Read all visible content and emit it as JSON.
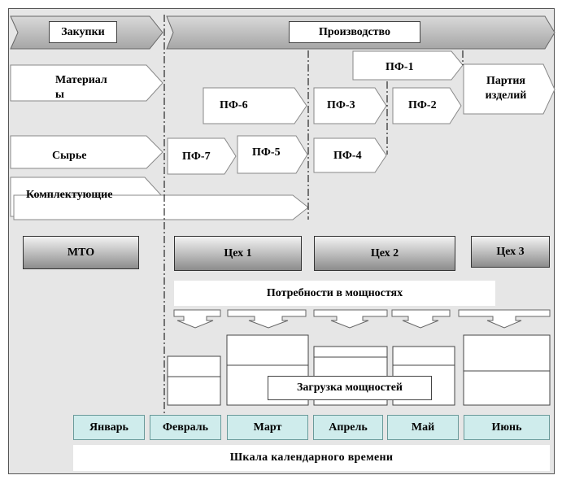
{
  "phases": {
    "purchasing": "Закупки",
    "production": "Производство"
  },
  "inputs": {
    "materials_line1": "Материал",
    "materials_line2": "ы",
    "raw": "Сырье",
    "components": "Комплектующие"
  },
  "semi_products": {
    "pf1": "ПФ-1",
    "pf2": "ПФ-2",
    "pf3": "ПФ-3",
    "pf4": "ПФ-4",
    "pf5": "ПФ-5",
    "pf6": "ПФ-6",
    "pf7": "ПФ-7"
  },
  "batch": {
    "line1": "Партия",
    "line2": "изделий"
  },
  "departments": {
    "mto": "МТО",
    "shop1": "Цех 1",
    "shop2": "Цех 2",
    "shop3": "Цех 3"
  },
  "capacity_needs": "Потребности в мощностях",
  "capacity_load": "Загрузка мощностей",
  "months": [
    "Январь",
    "Февраль",
    "Март",
    "Апрель",
    "Май",
    "Июнь"
  ],
  "calendar_scale": "Шкала календарного времени",
  "colors": {
    "frame_bg": "#e6e6e6",
    "month_bg": "#cfecec",
    "phase_arrow": "#bdbdbd"
  }
}
